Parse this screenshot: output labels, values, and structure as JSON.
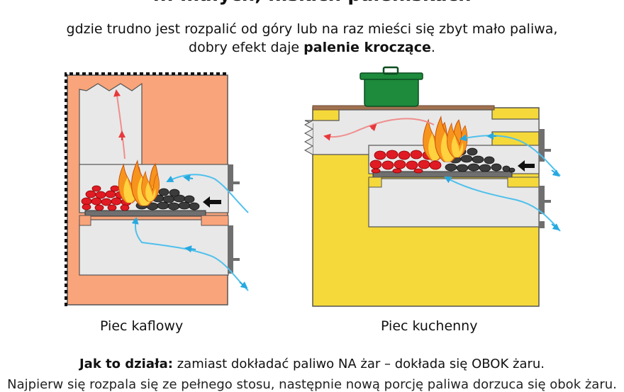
{
  "header": {
    "title": "... małych, niskich paleniskach",
    "subtitle_line1": "gdzie trudno jest rozpalić od góry lub na raz mieści się zbyt mało paliwa,",
    "subtitle_line2_prefix": "dobry efekt daje ",
    "subtitle_line2_bold": "palenie kroczące",
    "subtitle_line2_suffix": "."
  },
  "captions": {
    "left": "Piec kaflowy",
    "right": "Piec kuchenny"
  },
  "explanation": {
    "bold": "Jak to działa:",
    "text": " zamiast dokładać paliwo NA żar – dokłada się OBOK żaru.",
    "cut_line": "Najpierw się rozpala się ze pełnego stosu, następnie nową porcję paliwa dorzuca się obok żaru."
  },
  "colors": {
    "tile_stove": "#f9a47a",
    "kitchen_stove": "#f5d93a",
    "inner": "#e8e8e8",
    "grate": "#6f6f6f",
    "pot": "#1d8a3c",
    "air": "#4fc0ec",
    "smoke": "#f08d8d",
    "coal_red": "#e01b24",
    "coal_dark": "#3b3b3b"
  }
}
